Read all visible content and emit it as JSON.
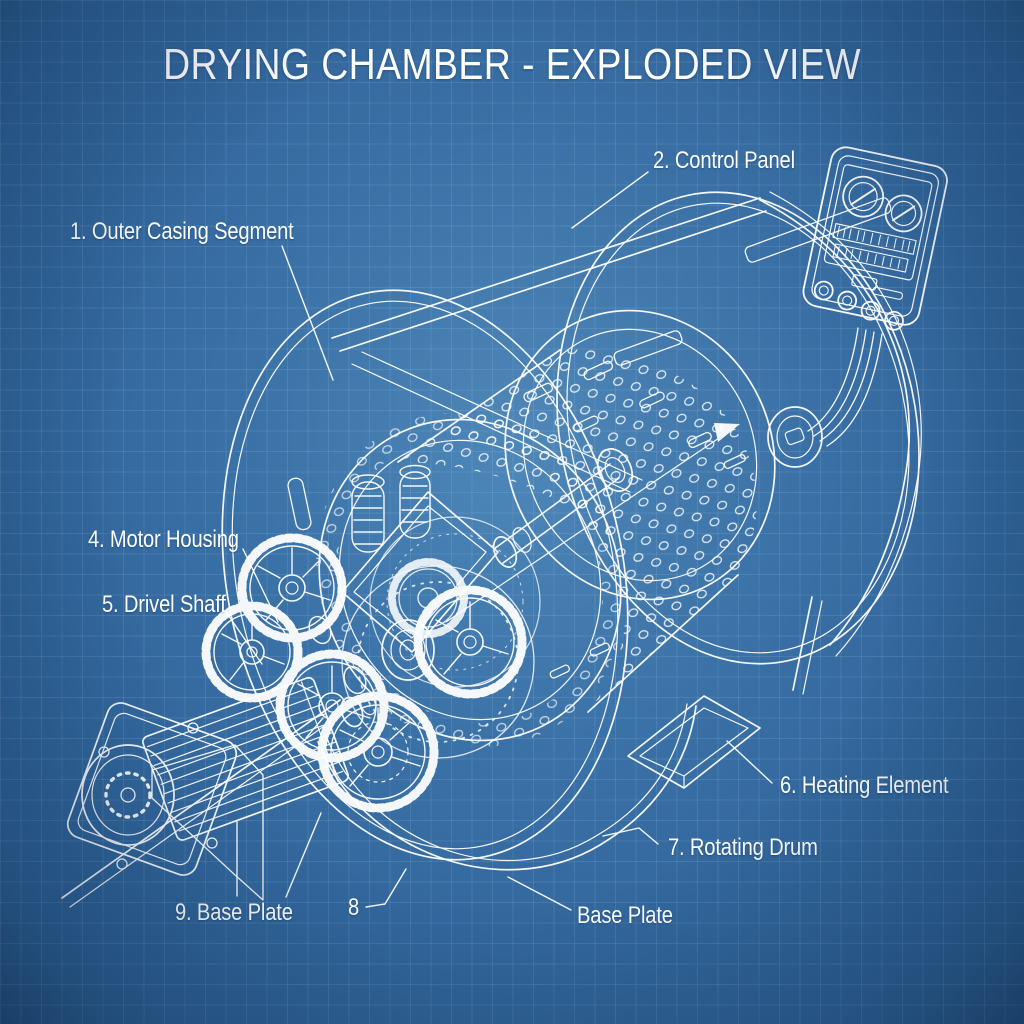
{
  "title": "DRYING CHAMBER - EXPLODED VIEW",
  "colors": {
    "background_center": "#3b7ab1",
    "background_edge": "#2c5f93",
    "grid_line": "#b9daf5",
    "line_art": "#ffffff",
    "text": "#ffffff"
  },
  "diagram": {
    "type": "blueprint-exploded-view",
    "subject": "drying chamber",
    "callouts": [
      {
        "id": "outer-casing-segment",
        "label": "1. Outer Casing Segment"
      },
      {
        "id": "control-panel",
        "label": "2. Control Panel"
      },
      {
        "id": "motor-housing",
        "label": "4. Motor Housing"
      },
      {
        "id": "drive-shaft",
        "label": "5. Drivel Shaff"
      },
      {
        "id": "heating-element",
        "label": "6. Heating Element"
      },
      {
        "id": "rotating-drum",
        "label": "7. Rotating Drum"
      },
      {
        "id": "base-plate-9",
        "label": "9. Base Plate"
      },
      {
        "id": "callout-8",
        "label": "8"
      },
      {
        "id": "base-plate",
        "label": "Base Plate"
      }
    ]
  }
}
